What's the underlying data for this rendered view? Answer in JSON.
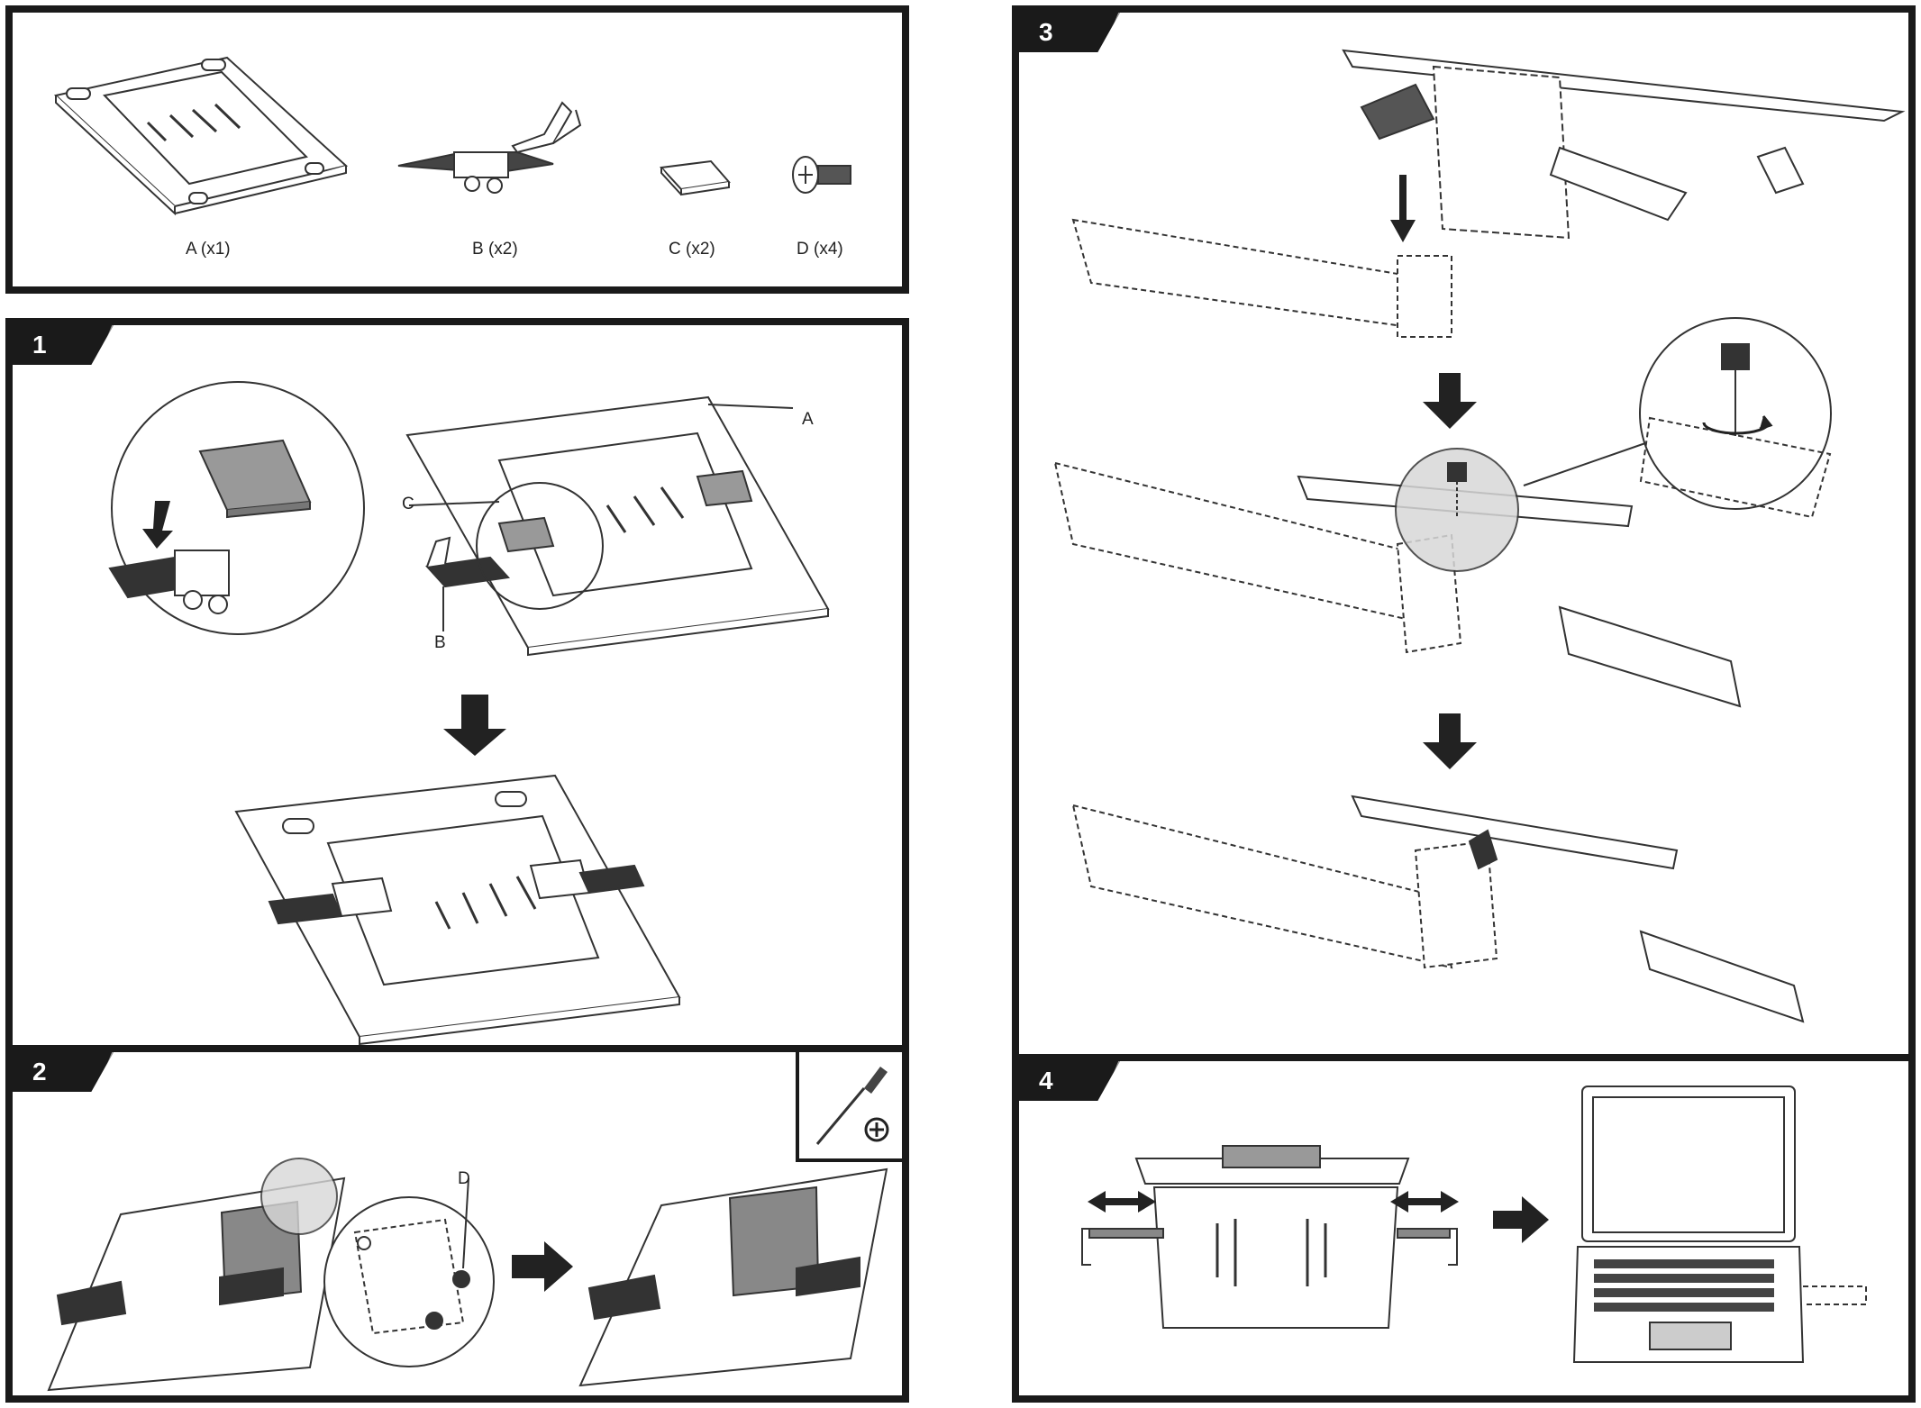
{
  "parts": [
    {
      "label": "A (x1)"
    },
    {
      "label": "B (x2)"
    },
    {
      "label": "C (x2)"
    },
    {
      "label": "D (x4)"
    }
  ],
  "steps": [
    {
      "number": "1",
      "callouts": {
        "a": "A",
        "b": "B",
        "c": "C"
      }
    },
    {
      "number": "2",
      "callouts": {
        "d": "D"
      }
    },
    {
      "number": "3"
    },
    {
      "number": "4"
    }
  ],
  "colors": {
    "frame": "#1a1a1a",
    "line": "#333333",
    "fill": "#bdbdbd",
    "dark": "#6d6d6d"
  },
  "icons": [
    "phillips-screwdriver-icon",
    "down-arrow-icon",
    "right-arrow-icon",
    "double-arrow-icon",
    "rotate-icon"
  ]
}
